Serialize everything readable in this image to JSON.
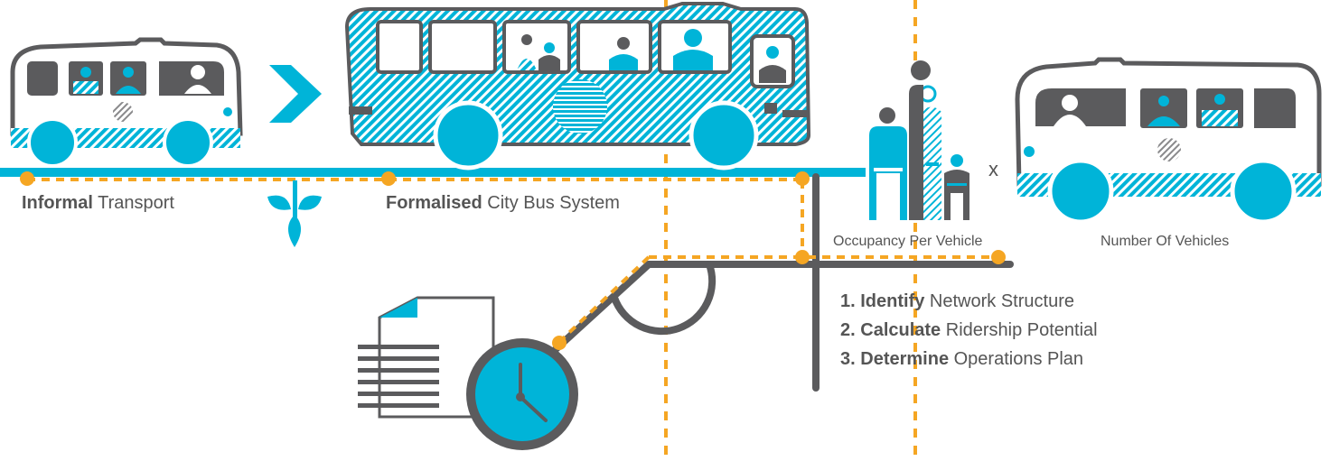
{
  "colors": {
    "cyan": "#00b4d8",
    "dark": "#5b5b5d",
    "orange": "#f5a623",
    "text": "#555555"
  },
  "timeline": {
    "informal": {
      "bold": "Informal",
      "rest": " Transport"
    },
    "formal": {
      "bold": "Formalised",
      "rest": " City Bus System"
    }
  },
  "equation": {
    "occupancy": "Occupancy Per Vehicle",
    "multiply": "x",
    "vehicles": "Number Of Vehicles"
  },
  "steps": [
    {
      "num": "1.",
      "bold": "Identify",
      "rest": " Network Structure"
    },
    {
      "num": "2.",
      "bold": "Calculate",
      "rest": " Ridership Potential"
    },
    {
      "num": "3.",
      "bold": "Determine",
      "rest": " Operations Plan"
    }
  ],
  "icons": [
    "minibus-icon",
    "chevron-right-icon",
    "city-bus-icon",
    "sprout-icon",
    "passengers-icon",
    "document-icon",
    "clock-icon"
  ]
}
